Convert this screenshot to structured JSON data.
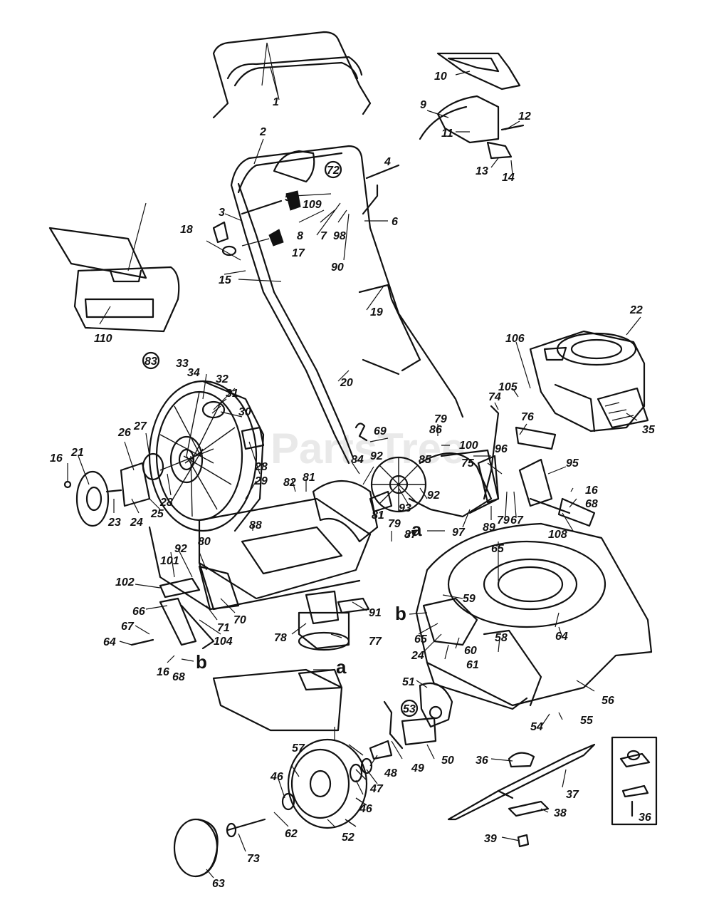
{
  "watermark": "PartsTree",
  "callouts": [
    "1",
    "2",
    "3",
    "4",
    "5",
    "6",
    "7",
    "8",
    "9",
    "10",
    "11",
    "12",
    "13",
    "14",
    "15",
    "16",
    "17",
    "18",
    "19",
    "20",
    "21",
    "22",
    "23",
    "24",
    "25",
    "26",
    "27",
    "28",
    "29",
    "30",
    "31",
    "32",
    "33",
    "34",
    "35",
    "36",
    "37",
    "38",
    "39",
    "46",
    "47",
    "48",
    "49",
    "50",
    "51",
    "52",
    "54",
    "55",
    "56",
    "57",
    "58",
    "59",
    "60",
    "61",
    "62",
    "63",
    "64",
    "65",
    "66",
    "67",
    "68",
    "69",
    "70",
    "71",
    "72",
    "73",
    "74",
    "75",
    "76",
    "77",
    "78",
    "79",
    "80",
    "81",
    "82",
    "83",
    "84",
    "85",
    "86",
    "87",
    "88",
    "89",
    "90",
    "91",
    "92",
    "93",
    "95",
    "96",
    "97",
    "98",
    "100",
    "101",
    "102",
    "104",
    "105",
    "106",
    "108",
    "109",
    "110"
  ],
  "section_markers": [
    "a",
    "b"
  ],
  "circled_refs": [
    "72",
    "83",
    "53"
  ]
}
